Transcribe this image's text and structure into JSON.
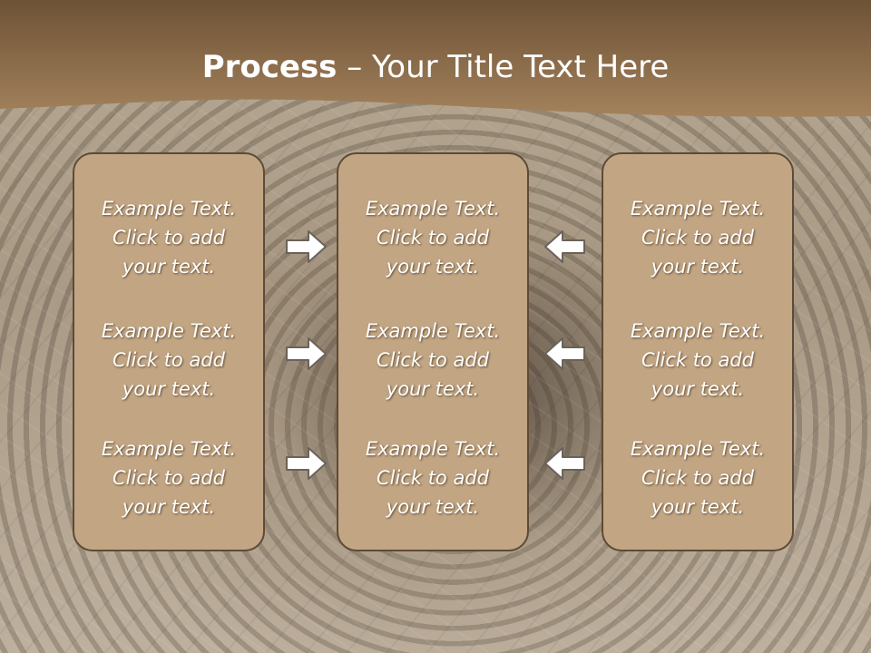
{
  "slide": {
    "title_bold": "Process",
    "title_rest": " – Your Title Text Here"
  },
  "columns": [
    {
      "items": [
        "Example Text.\nClick  to add\nyour text.",
        "Example Text.\nClick  to add\nyour text.",
        "Example Text.\nClick  to add\nyour text."
      ]
    },
    {
      "items": [
        "Example Text.\nClick  to add\nyour text.",
        "Example Text.\nClick  to add\nyour text.",
        "Example Text.\nClick  to add\nyour text."
      ]
    },
    {
      "items": [
        "Example Text.\nClick  to add\nyour text.",
        "Example Text.\nClick  to add\nyour text.",
        "Example Text.\nClick  to add\nyour text."
      ]
    }
  ],
  "arrows": {
    "left_group": "right-arrow-icon",
    "right_group": "left-arrow-icon"
  },
  "colors": {
    "header": "#7a5e3e",
    "panel_fill": "#c2a684",
    "panel_border": "#5e4a35",
    "arrow_fill": "#ffffff",
    "arrow_stroke": "#6b6259"
  }
}
